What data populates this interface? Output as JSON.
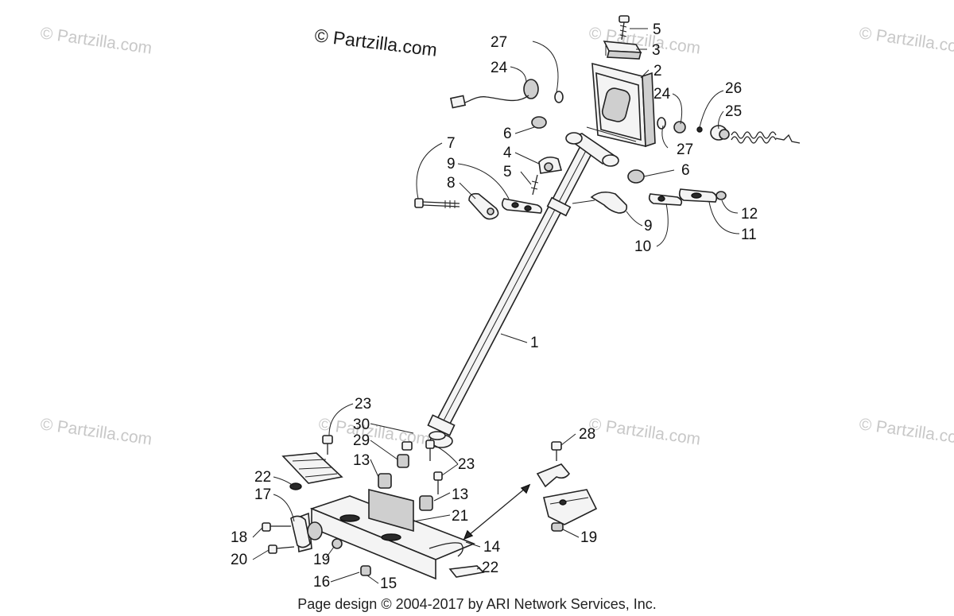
{
  "brand": "© Partzilla.com",
  "watermark": "© Partzilla.com",
  "footer": "Page design © 2004-2017 by ARI Network Services, Inc.",
  "callouts": {
    "n5a": "5",
    "n3": "3",
    "n27a": "27",
    "n24a": "24",
    "n2": "2",
    "n26": "26",
    "n24b": "24",
    "n25": "25",
    "n6a": "6",
    "n27b": "27",
    "n7": "7",
    "n4": "4",
    "n9a": "9",
    "n5b": "5",
    "n6b": "6",
    "n8": "8",
    "n12": "12",
    "n9b": "9",
    "n11": "11",
    "n10": "10",
    "n1": "1",
    "n23a": "23",
    "n30": "30",
    "n29": "29",
    "n28": "28",
    "n13a": "13",
    "n23b": "23",
    "n22a": "22",
    "n13b": "13",
    "n17": "17",
    "n21": "21",
    "n18": "18",
    "n14": "14",
    "n19a": "19",
    "n20": "20",
    "n19b": "19",
    "n16": "16",
    "n15": "15",
    "n22b": "22"
  }
}
